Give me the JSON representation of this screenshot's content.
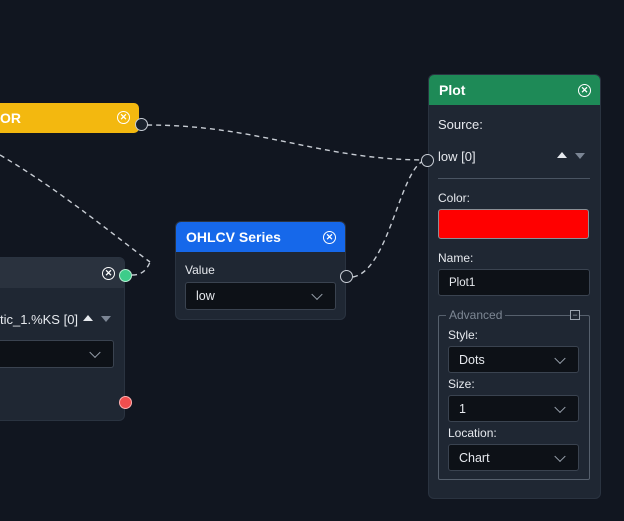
{
  "nodes": {
    "or_node": {
      "title": "OR",
      "color": "#f3b80f"
    },
    "stoch_node": {
      "source_text": "tic_1.%KS [0]"
    },
    "ohlcv": {
      "title": "OHLCV Series",
      "color": "#1668ea",
      "value_label": "Value",
      "value": "low"
    },
    "plot": {
      "title": "Plot",
      "color": "#1e8a57",
      "source_label": "Source:",
      "source_value": "low [0]",
      "color_label": "Color:",
      "color_value": "#ff0000",
      "name_label": "Name:",
      "name_value": "Plot1",
      "advanced_label": "Advanced",
      "style_label": "Style:",
      "style_value": "Dots",
      "size_label": "Size:",
      "size_value": "1",
      "location_label": "Location:",
      "location_value": "Chart"
    }
  },
  "icons": {
    "close": "close-icon",
    "chevron": "chevron-down-icon",
    "collapse": "minus-square-icon"
  }
}
